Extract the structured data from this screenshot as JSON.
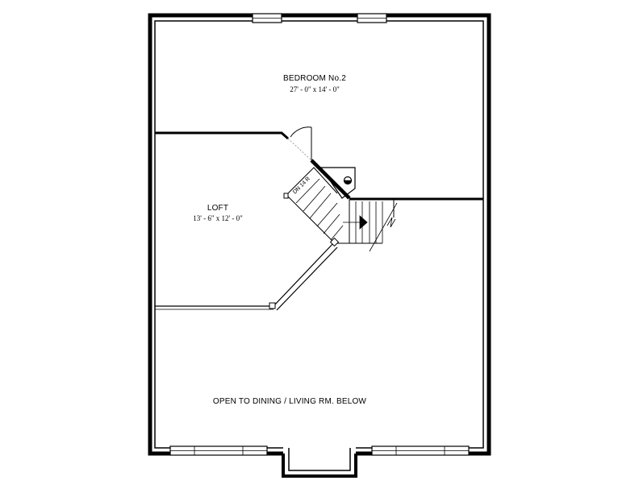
{
  "plan": {
    "rooms": {
      "bedroom2": {
        "name": "BEDROOM No.2",
        "dimensions": "27' - 0\" x 14' - 0\""
      },
      "loft": {
        "name": "LOFT",
        "dimensions": "13' - 6\" x 12' - 0\""
      },
      "open_area": {
        "name": "OPEN TO DINING / LIVING RM. BELOW"
      }
    },
    "stair": {
      "label": "DN 14 R"
    }
  }
}
